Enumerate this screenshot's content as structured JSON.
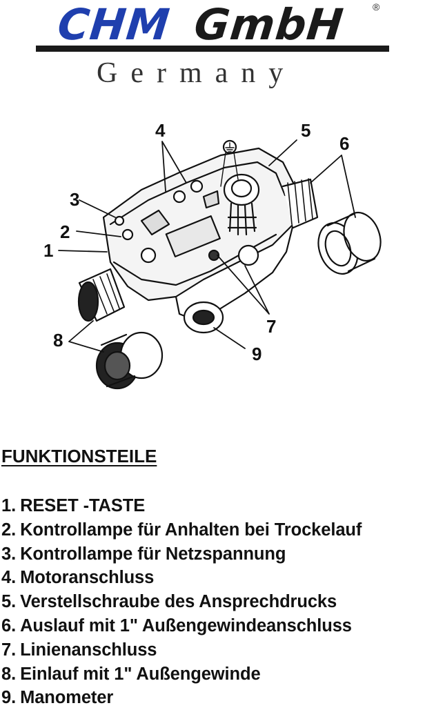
{
  "logo": {
    "brand_part1": "CHM",
    "brand_part2": "GmbH",
    "registered_mark": "®",
    "country": "Germany",
    "colors": {
      "chm_blue": "#1f3fae",
      "dark": "#1a1a1a"
    }
  },
  "diagram": {
    "callouts": [
      "1",
      "2",
      "3",
      "4",
      "5",
      "6",
      "7",
      "8",
      "9"
    ],
    "ground_symbol": "⏚"
  },
  "parts_section": {
    "heading": "FUNKTIONSTEILE",
    "items": [
      {
        "num": "1.",
        "label": "RESET -TASTE"
      },
      {
        "num": "2.",
        "label": "Kontrollampe für Anhalten bei Trockelauf"
      },
      {
        "num": "3.",
        "label": "Kontrollampe für Netzspannung"
      },
      {
        "num": "4.",
        "label": "Motoranschluss"
      },
      {
        "num": "5.",
        "label": "Verstellschraube des Ansprechdrucks"
      },
      {
        "num": "6.",
        "label": "Auslauf mit 1\" Außengewindeanschluss"
      },
      {
        "num": "7.",
        "label": "Linienanschluss"
      },
      {
        "num": "8.",
        "label": "Einlauf mit 1\" Außengewinde"
      },
      {
        "num": "9.",
        "label": "Manometer"
      }
    ]
  }
}
